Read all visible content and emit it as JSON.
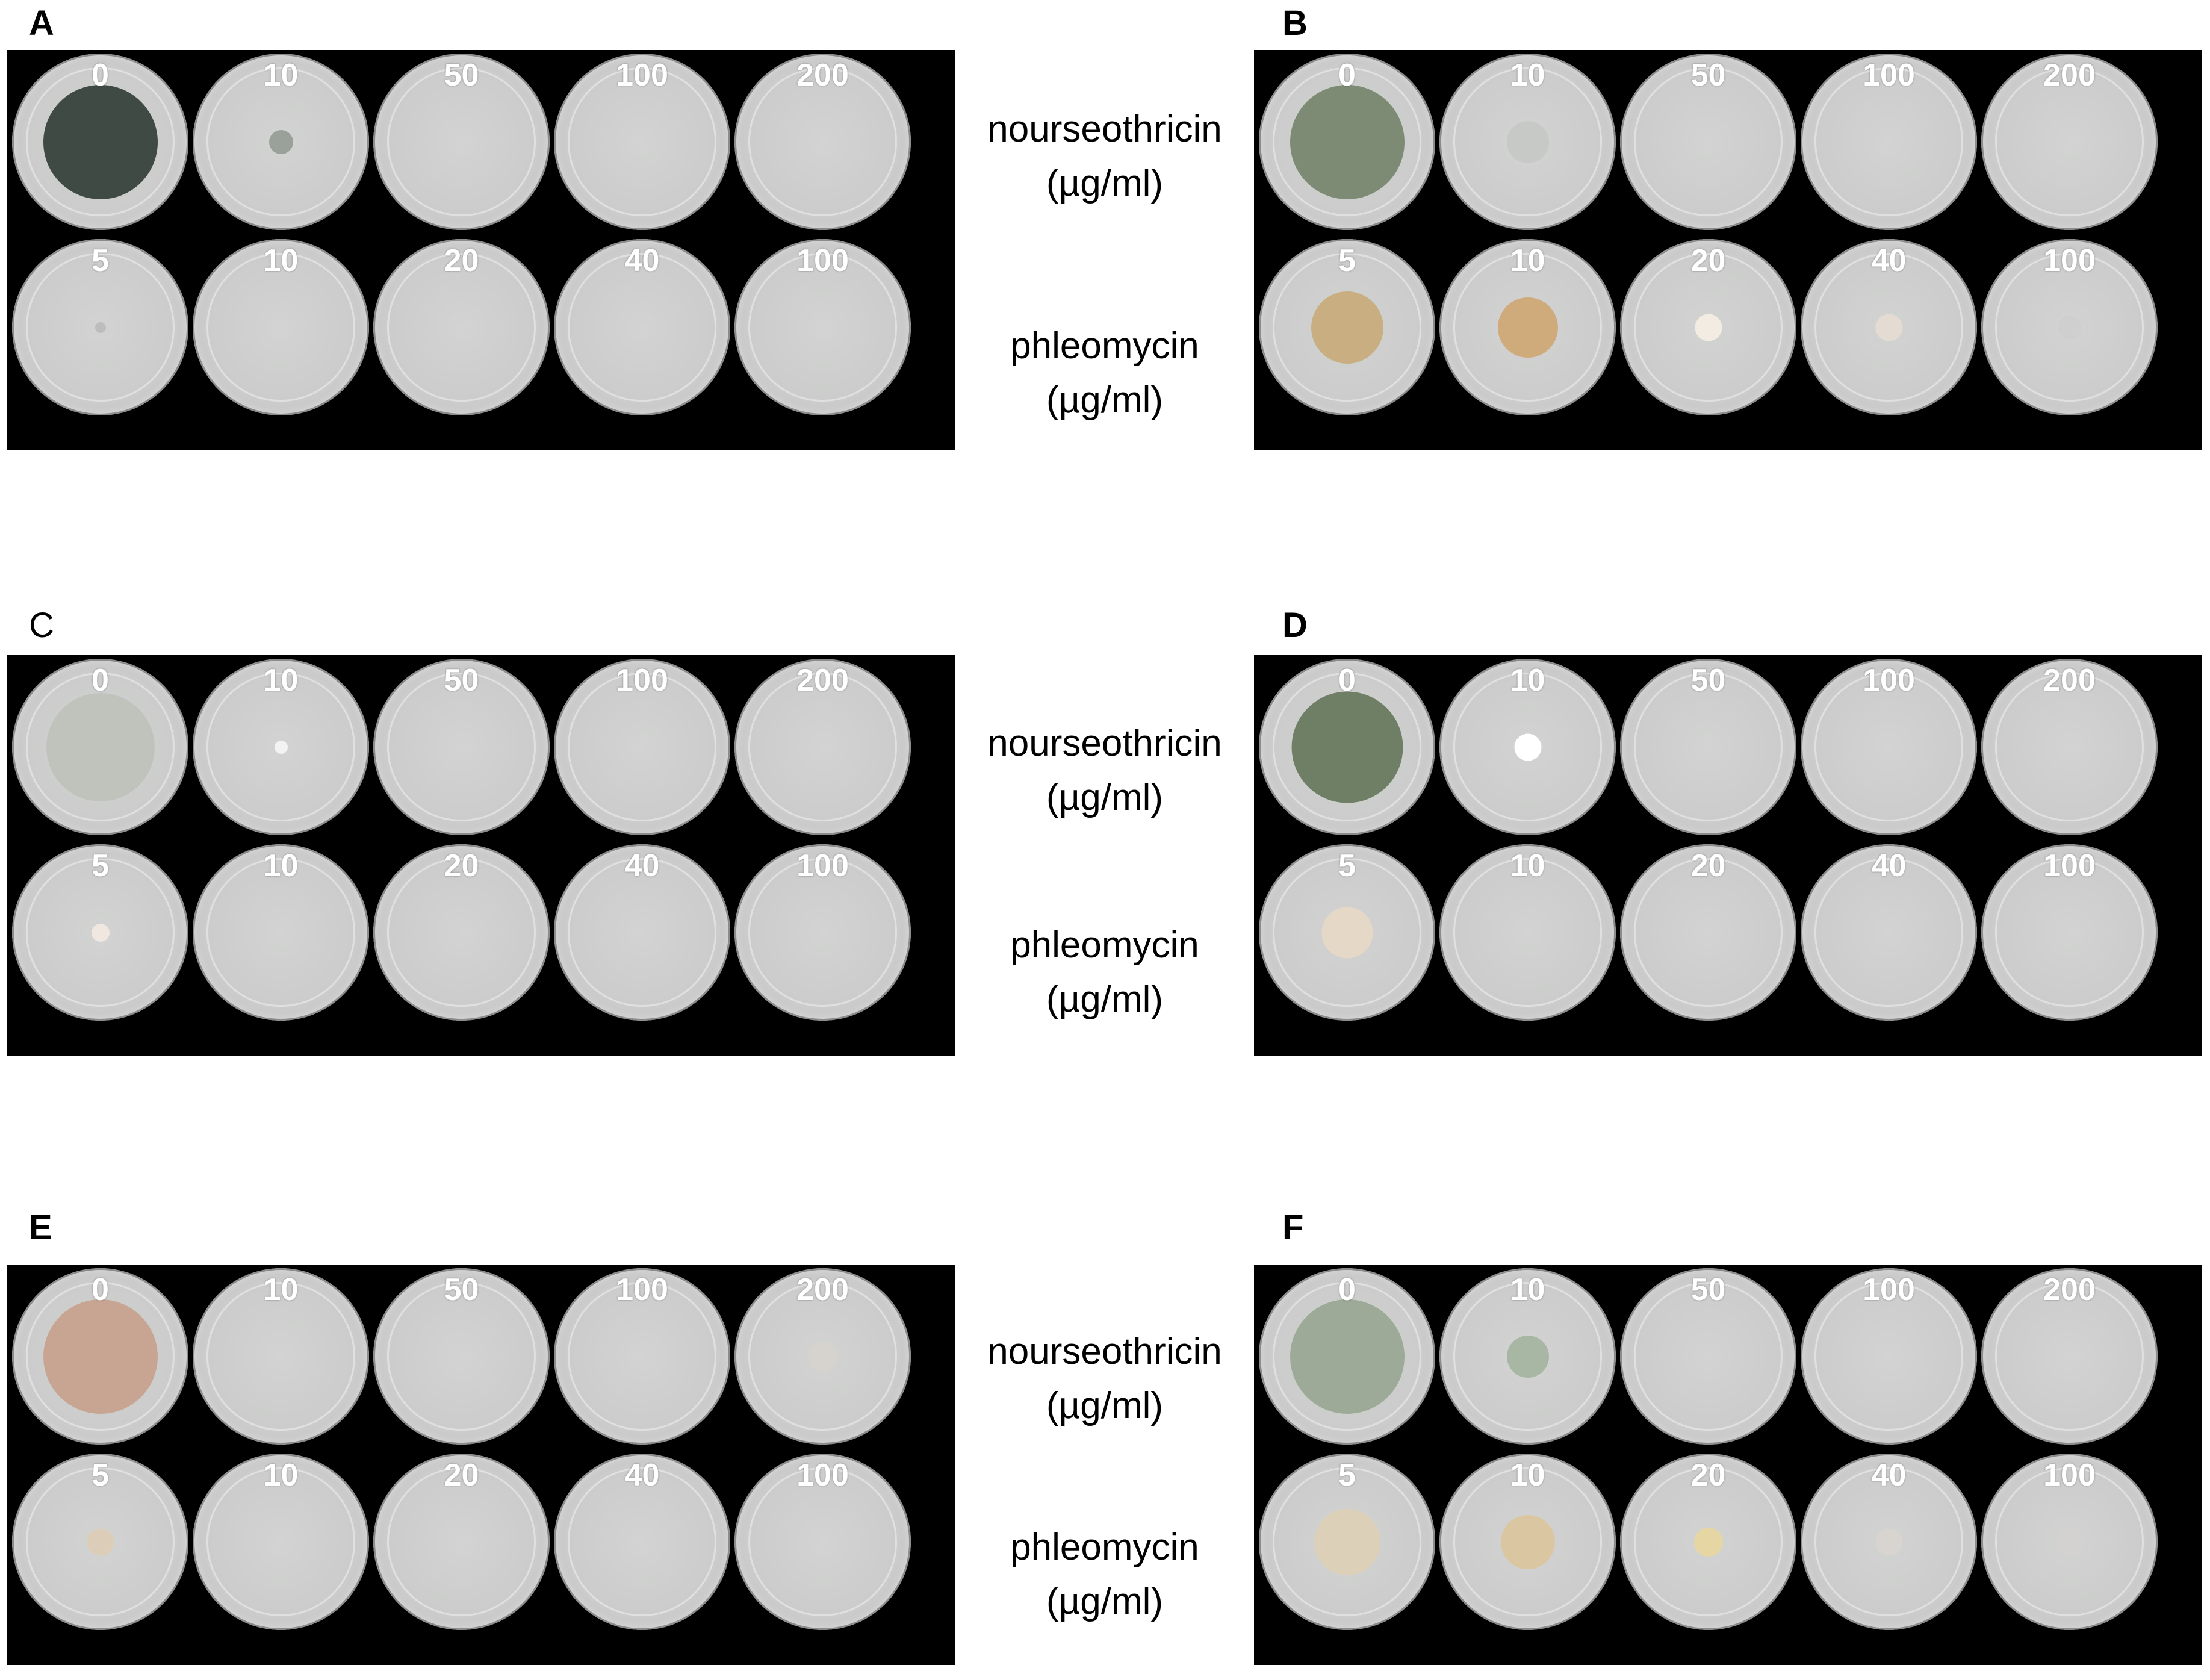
{
  "labels": {
    "nourseothricin": "nourseothricin",
    "phleomycin": "phleomycin",
    "unit": "(µg/ml)"
  },
  "panels": [
    {
      "letter": "A",
      "nourseothricin": [
        "0",
        "10",
        "50",
        "100",
        "200"
      ],
      "phleomycin": [
        "5",
        "10",
        "20",
        "40",
        "100"
      ]
    },
    {
      "letter": "B",
      "nourseothricin": [
        "0",
        "10",
        "50",
        "100",
        "200"
      ],
      "phleomycin": [
        "5",
        "10",
        "20",
        "40",
        "100"
      ]
    },
    {
      "letter": "C",
      "nourseothricin": [
        "0",
        "10",
        "50",
        "100",
        "200"
      ],
      "phleomycin": [
        "5",
        "10",
        "20",
        "40",
        "100"
      ]
    },
    {
      "letter": "D",
      "nourseothricin": [
        "0",
        "10",
        "50",
        "100",
        "200"
      ],
      "phleomycin": [
        "5",
        "10",
        "20",
        "40",
        "100"
      ]
    },
    {
      "letter": "E",
      "nourseothricin": [
        "0",
        "10",
        "50",
        "100",
        "200"
      ],
      "phleomycin": [
        "5",
        "10",
        "20",
        "40",
        "100"
      ]
    },
    {
      "letter": "F",
      "nourseothricin": [
        "0",
        "10",
        "50",
        "100",
        "200"
      ],
      "phleomycin": [
        "5",
        "10",
        "20",
        "40",
        "100"
      ]
    }
  ]
}
